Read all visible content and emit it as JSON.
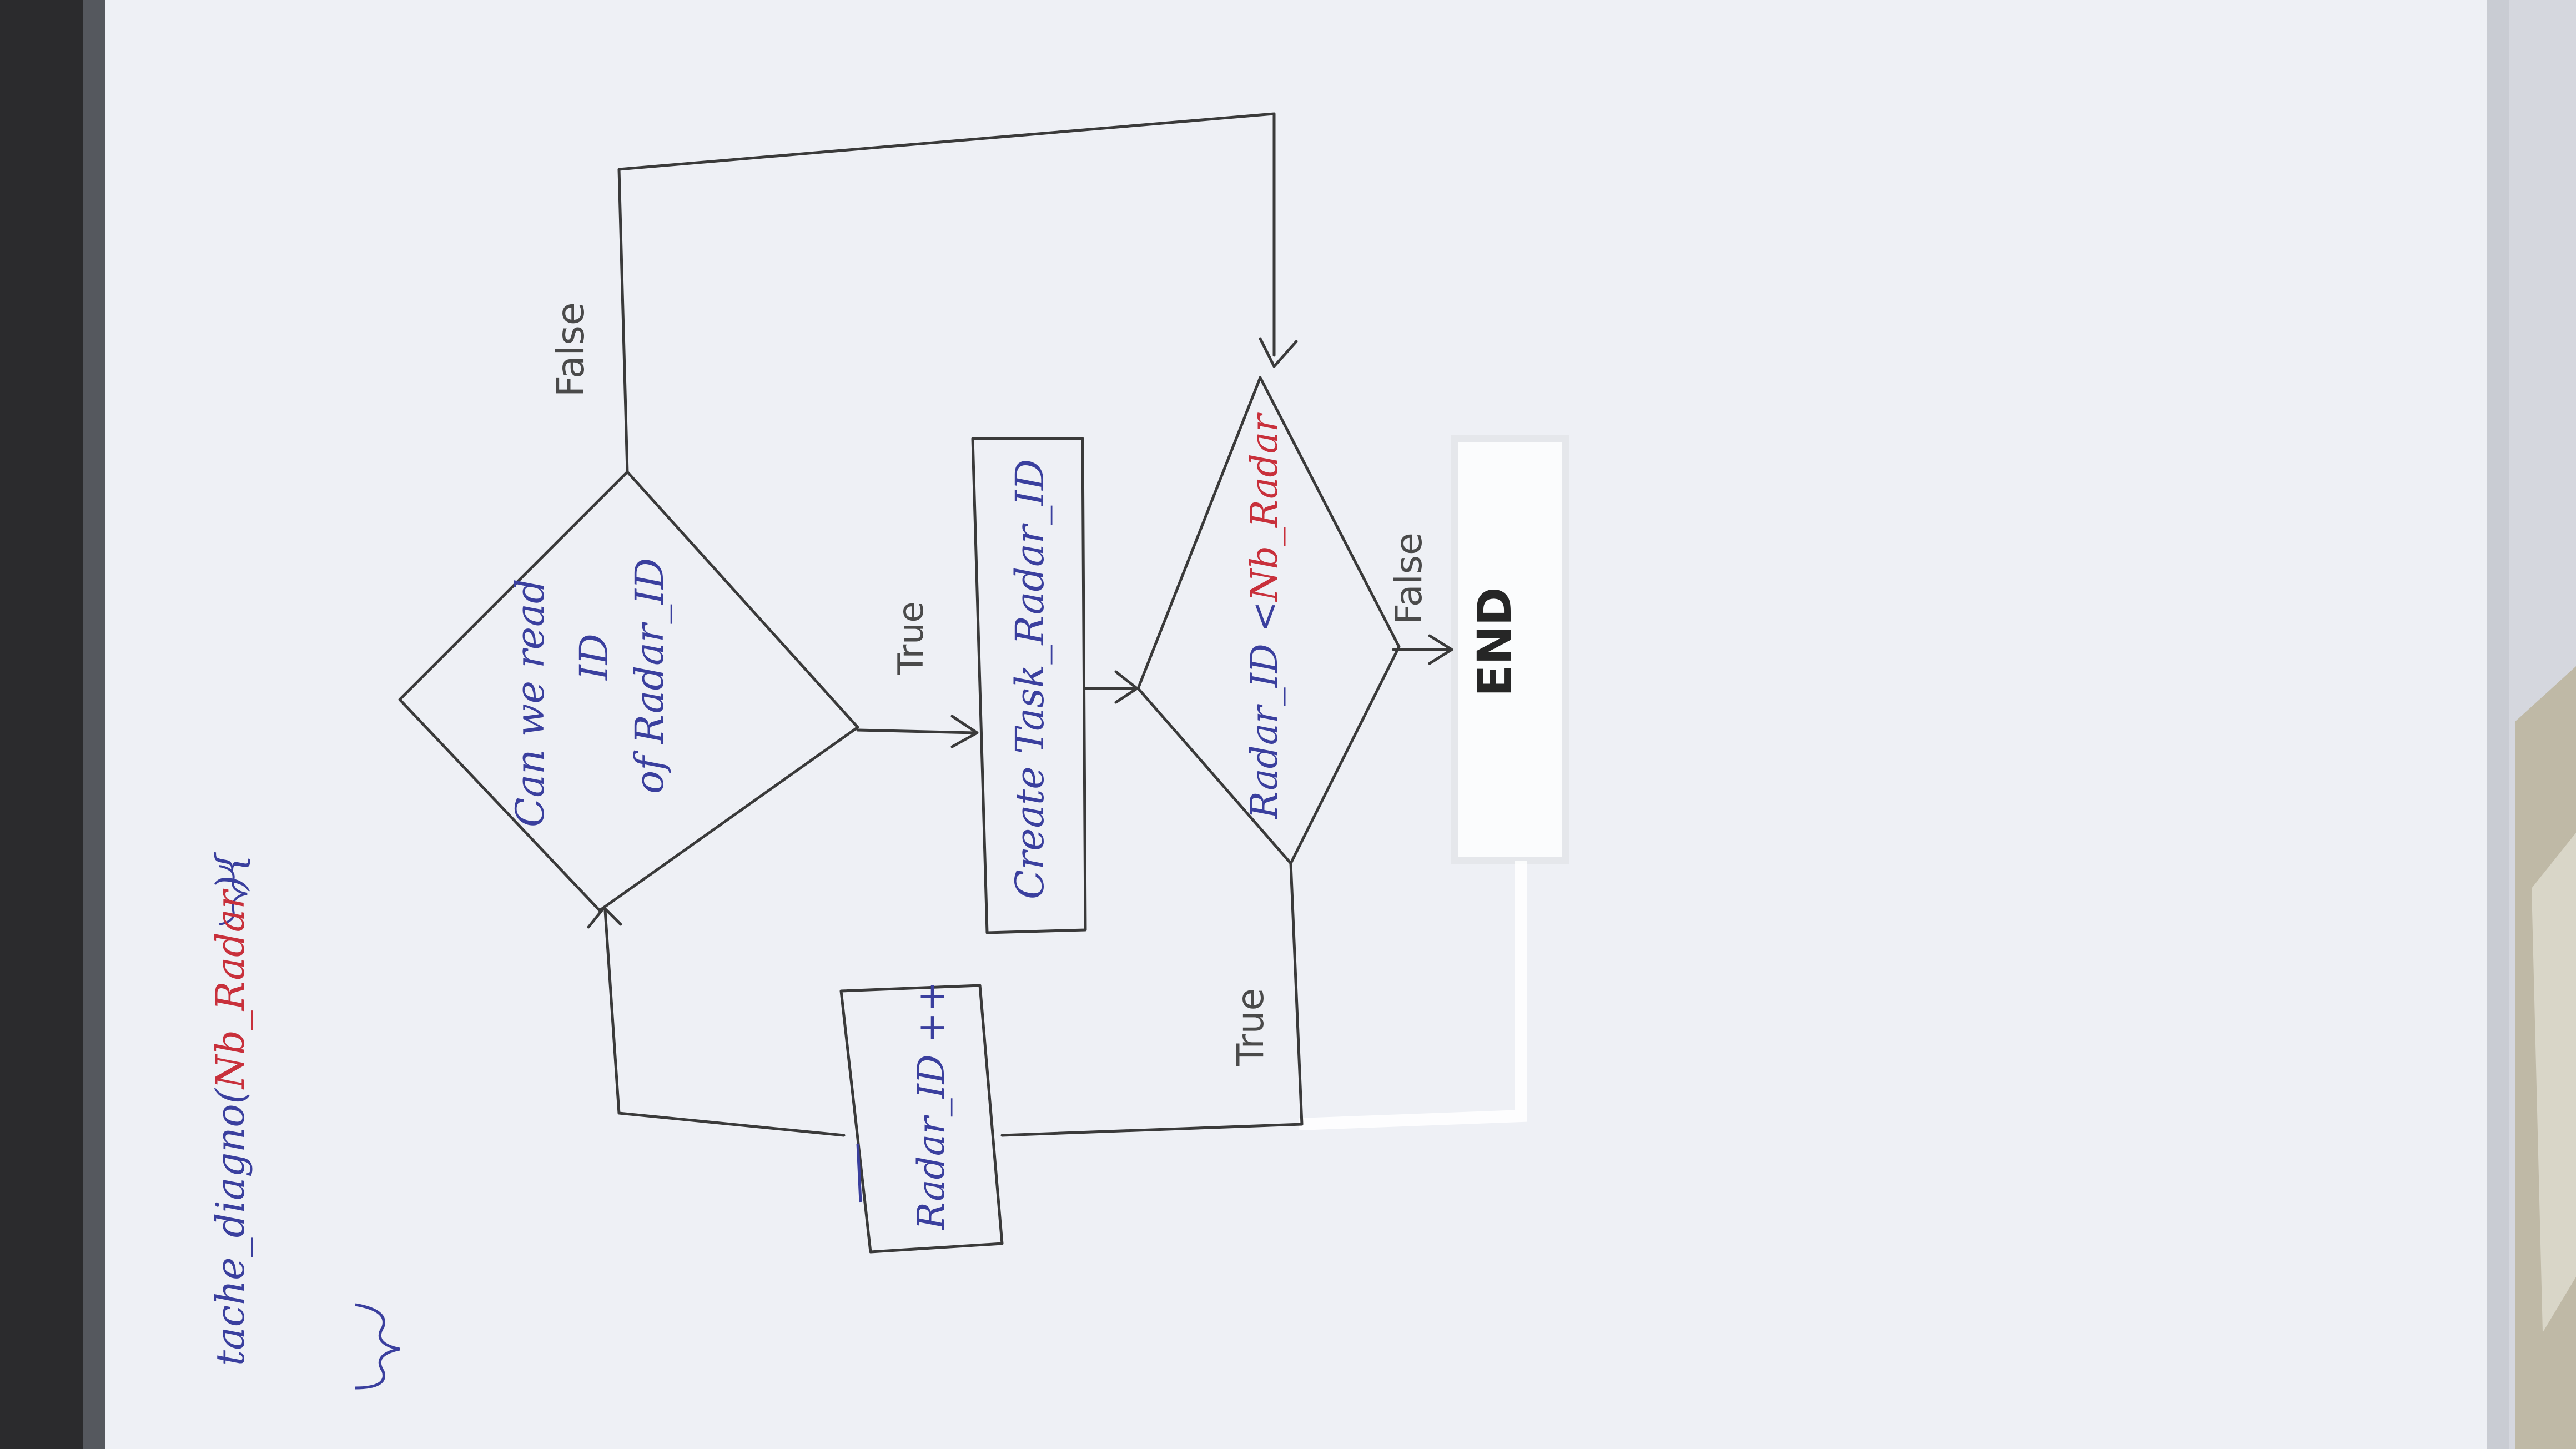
{
  "colors": {
    "marker_blue": "#3a3f9e",
    "marker_red": "#c8303b",
    "marker_black": "#262626",
    "board": "#f2f3f7"
  },
  "heading": {
    "function_prefix": "tache_diagno(",
    "function_param": "Nb_Radar",
    "function_suffix": "){",
    "closing_brace": "}"
  },
  "nodes": {
    "decision_read": {
      "line1": "Can we read",
      "line2": "ID",
      "line3": "of Radar_ID"
    },
    "process_create": {
      "text": "Create Task_Radar_ID"
    },
    "decision_compare": {
      "prefix": "Radar_ID < ",
      "param": "Nb_Radar"
    },
    "process_increment": {
      "text": "Radar_ID ++"
    },
    "terminal_end": {
      "text": "END"
    }
  },
  "edge_labels": {
    "read_true": "True",
    "read_false": "False",
    "compare_true": "True",
    "compare_false": "False"
  }
}
